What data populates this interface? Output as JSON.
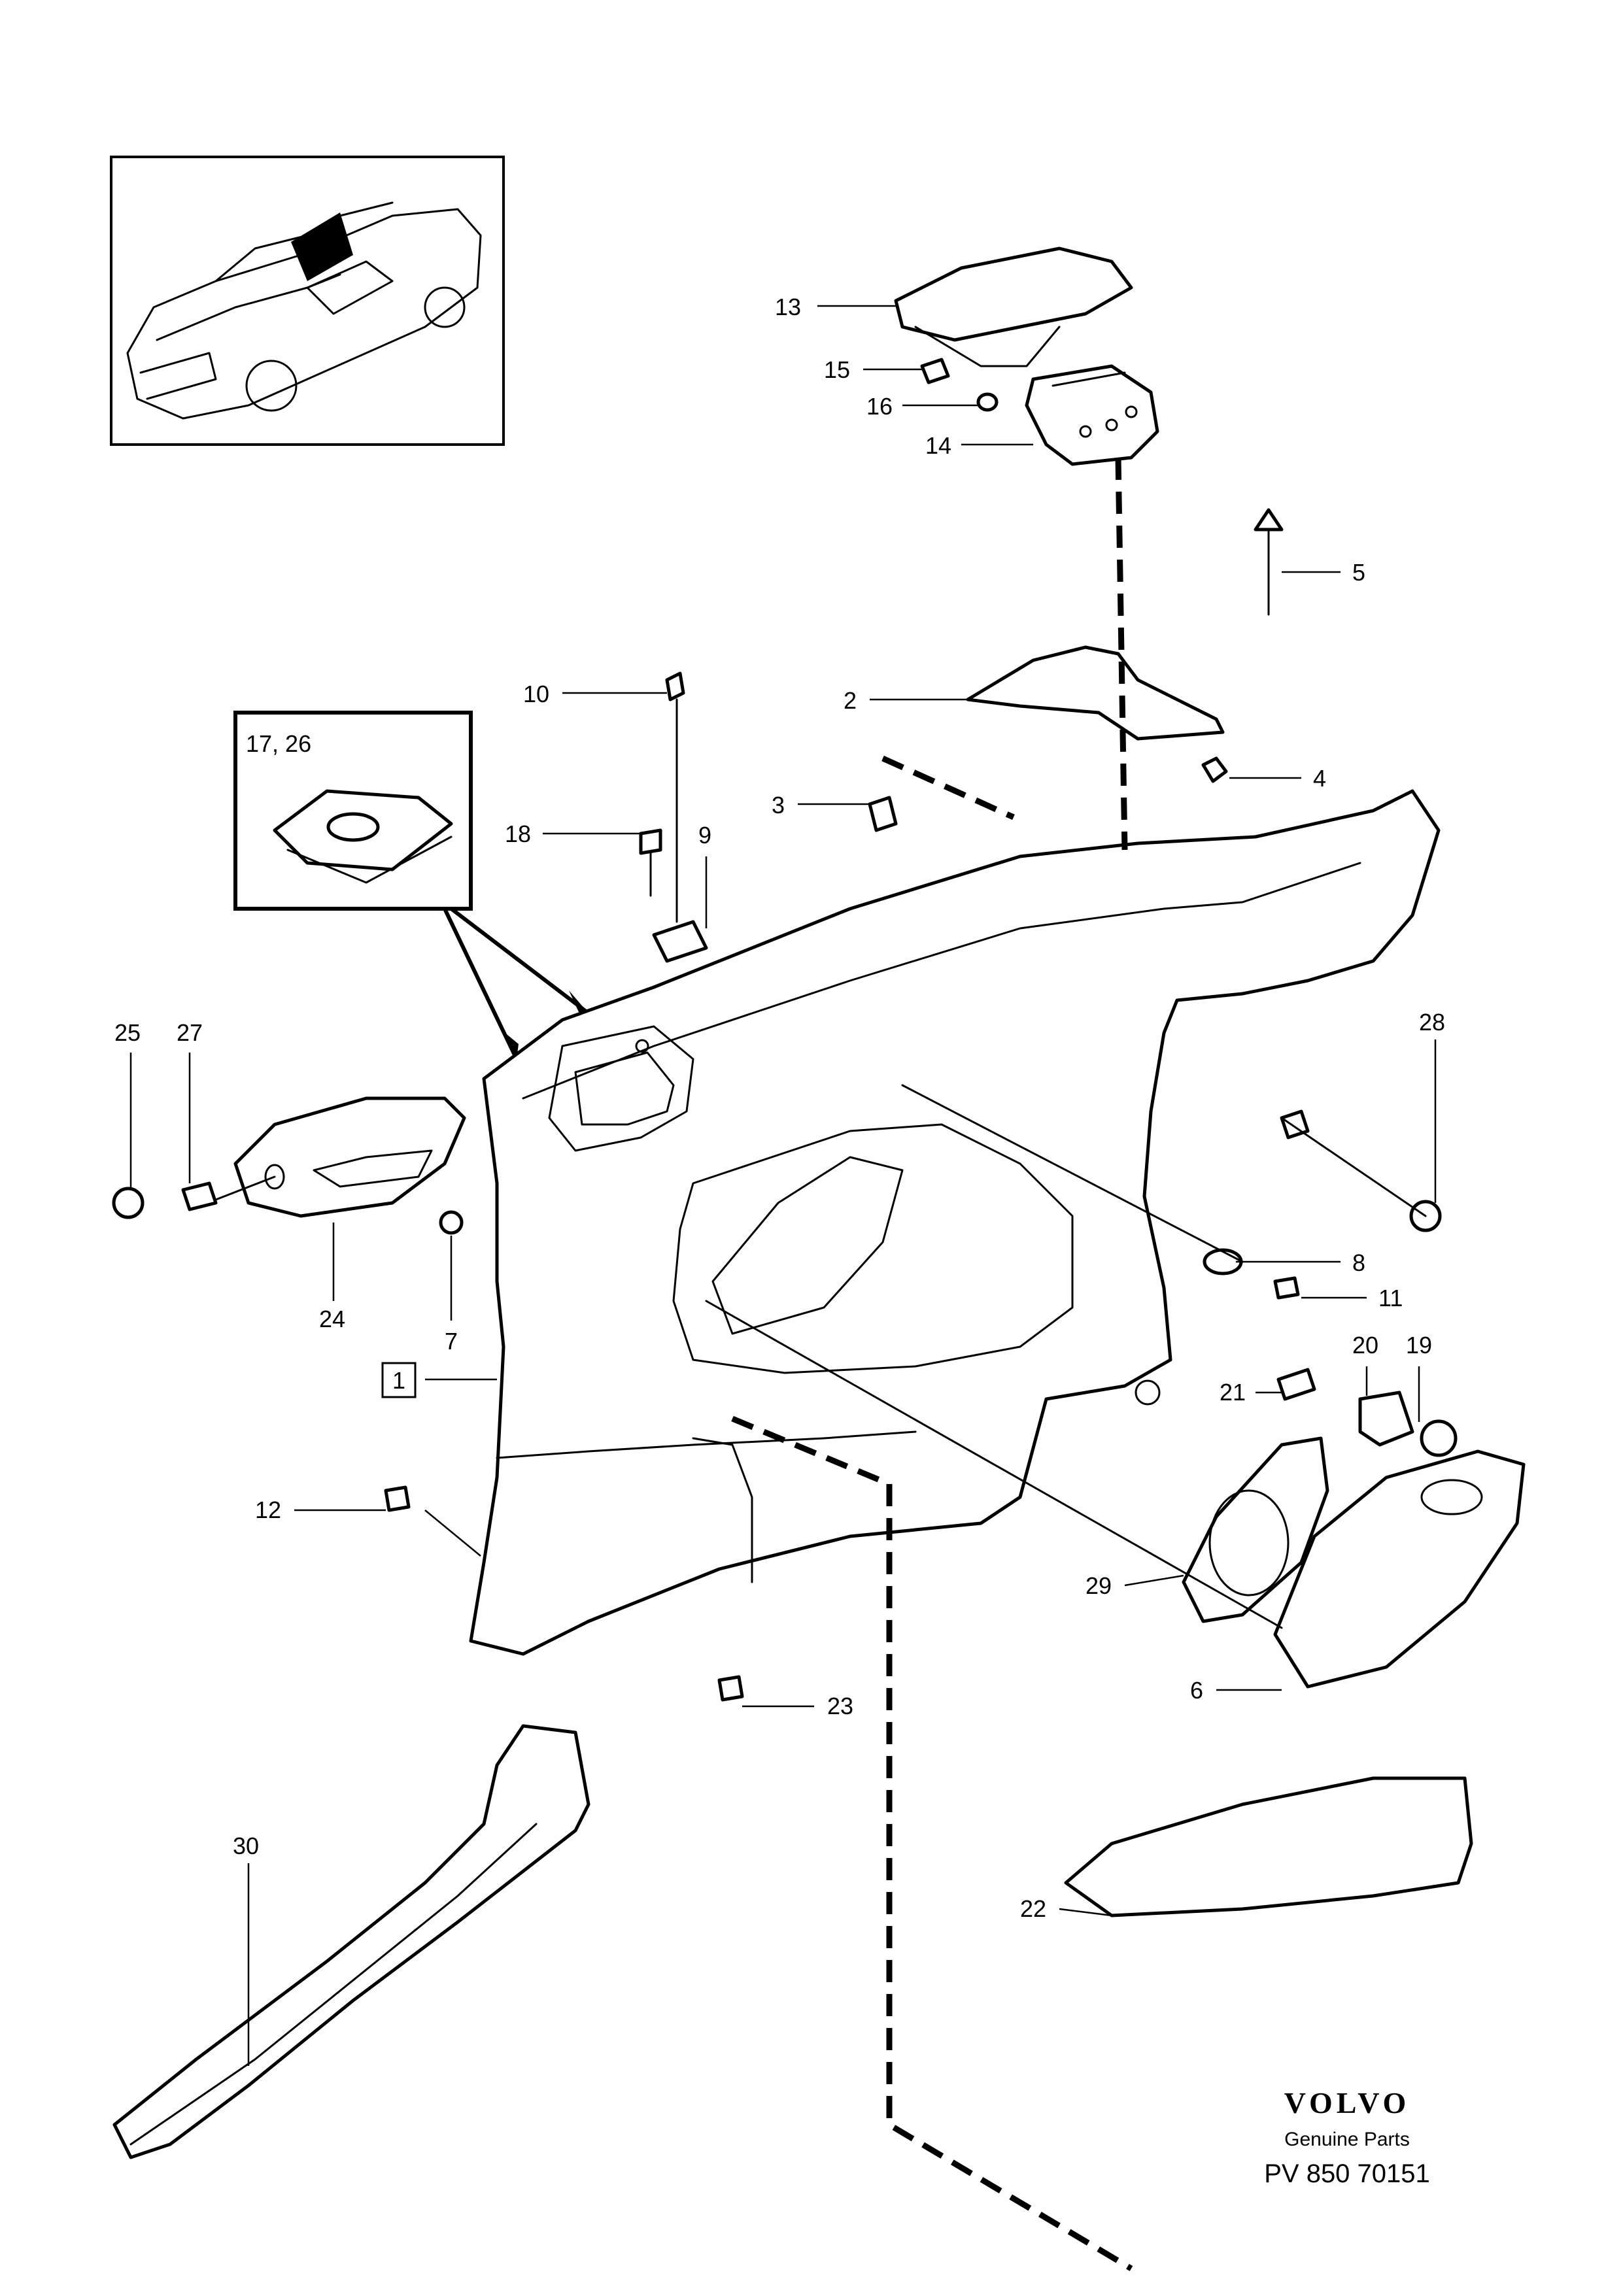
{
  "callouts": {
    "c1": "1",
    "c2": "2",
    "c3": "3",
    "c4": "4",
    "c5": "5",
    "c6": "6",
    "c7": "7",
    "c8": "8",
    "c9": "9",
    "c10": "10",
    "c11": "11",
    "c12": "12",
    "c13": "13",
    "c14": "14",
    "c15": "15",
    "c16": "16",
    "c17_26": "17, 26",
    "c18": "18",
    "c19": "19",
    "c20": "20",
    "c21": "21",
    "c22": "22",
    "c23": "23",
    "c24": "24",
    "c25": "25",
    "c27": "27",
    "c28": "28",
    "c29": "29",
    "c30": "30"
  },
  "footer": {
    "brand": "VOLVO",
    "subtitle": "Genuine Parts",
    "code": "PV 850 70151"
  },
  "colors": {
    "ink": "#000000",
    "paper": "#ffffff"
  }
}
